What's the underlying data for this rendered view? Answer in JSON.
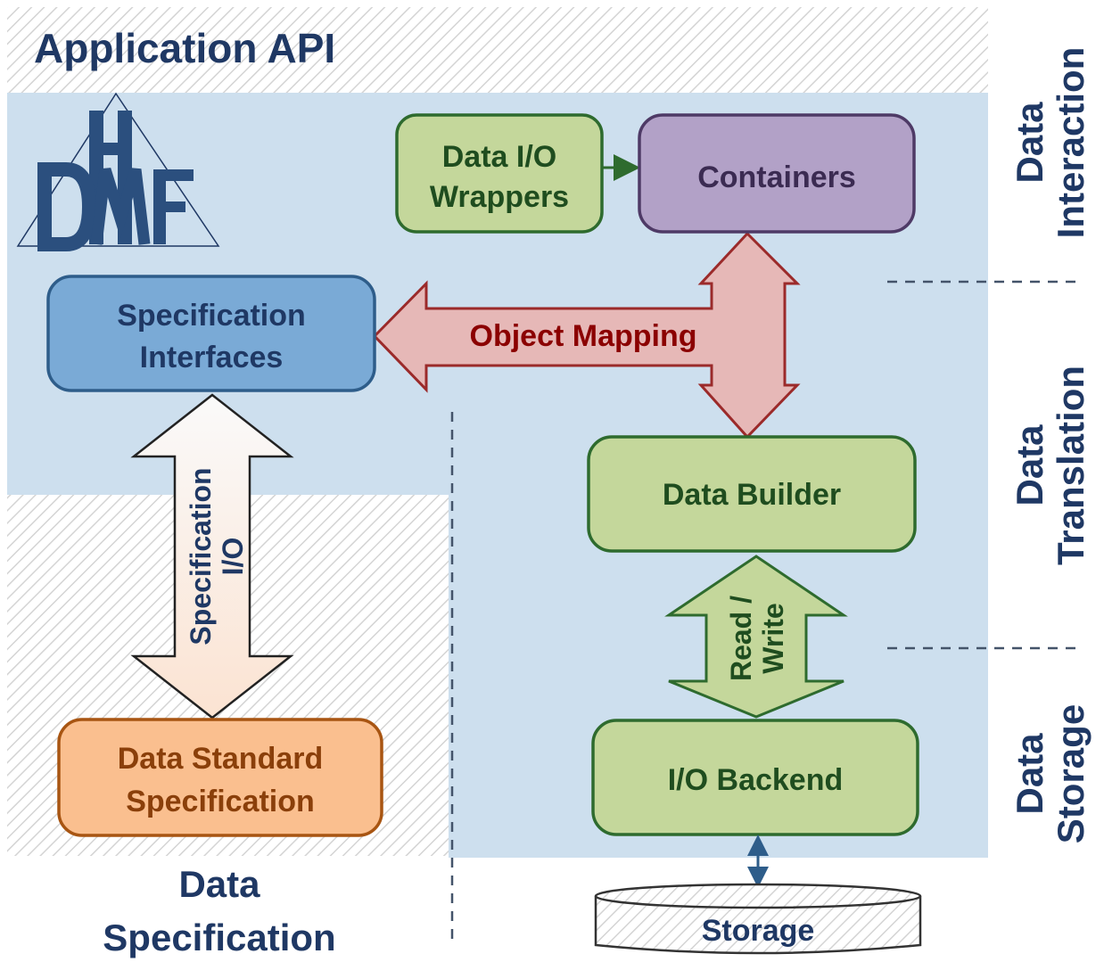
{
  "header": {
    "title": "Application API"
  },
  "logo": {
    "alt": "HDMF"
  },
  "layers": {
    "interaction": [
      "Data",
      "Interaction"
    ],
    "translation": [
      "Data",
      "Translation"
    ],
    "storage": [
      "Data",
      "Storage"
    ],
    "specification": [
      "Data",
      "Specification"
    ]
  },
  "boxes": {
    "io_wrappers": [
      "Data I/O",
      "Wrappers"
    ],
    "containers": "Containers",
    "spec_interfaces": [
      "Specification",
      "Interfaces"
    ],
    "data_builder": "Data Builder",
    "io_backend": "I/O Backend",
    "data_standard": [
      "Data Standard",
      "Specification"
    ],
    "storage": "Storage"
  },
  "arrows": {
    "object_mapping": "Object Mapping",
    "spec_io": [
      "Specification",
      "I/O"
    ],
    "read_write": [
      "Read /",
      "Write"
    ]
  },
  "colors": {
    "title": "#1f3864",
    "region_blue": "#cddfee",
    "green_fill": "#c4d79b",
    "green_stroke": "#2e6b2e",
    "green_text": "#1f4d1f",
    "purple_fill": "#b2a1c7",
    "purple_stroke": "#4e3a66",
    "blue_fill": "#7aaad6",
    "blue_stroke": "#2e5d8a",
    "orange_fill": "#fabf8f",
    "orange_stroke": "#a85512",
    "orange_text": "#8a3f0a",
    "pink_fill": "#e6b8b7",
    "pink_stroke": "#9b2a2a",
    "mapping_text": "#8b0000"
  }
}
